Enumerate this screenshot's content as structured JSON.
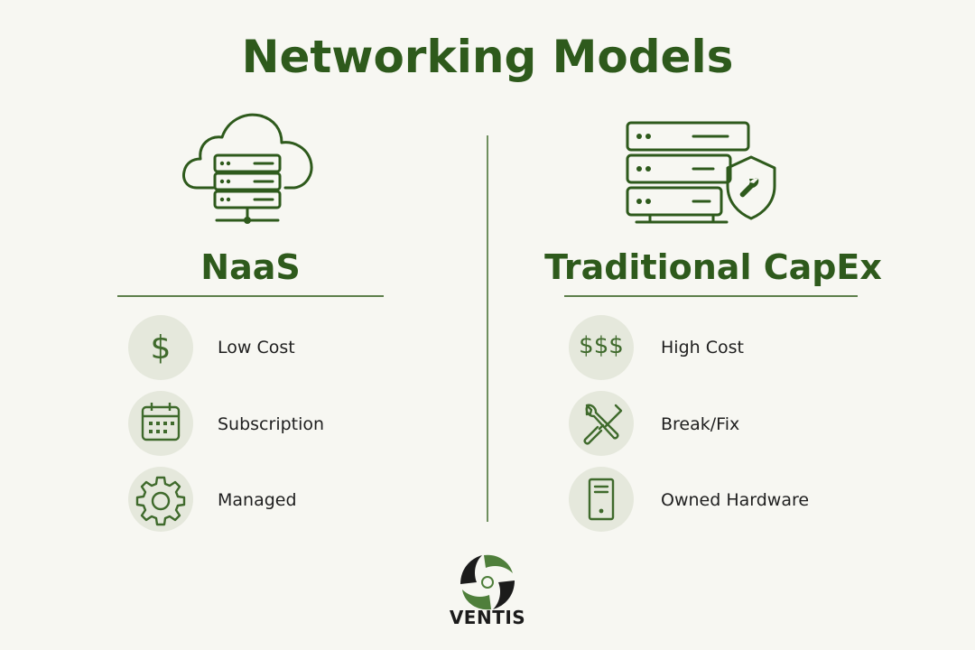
{
  "title": "Networking Models",
  "left": {
    "heading": "NaaS",
    "features": [
      {
        "icon": "dollar-icon",
        "label": "Low Cost"
      },
      {
        "icon": "calendar-icon",
        "label": "Subscription"
      },
      {
        "icon": "gear-icon",
        "label": "Managed"
      }
    ]
  },
  "right": {
    "heading": "Traditional CapEx",
    "features": [
      {
        "icon": "triple-dollar-icon",
        "label": "High Cost",
        "symbol": "$$$"
      },
      {
        "icon": "tools-icon",
        "label": "Break/Fix"
      },
      {
        "icon": "server-tower-icon",
        "label": "Owned Hardware"
      }
    ]
  },
  "logo": {
    "text": "VENTIS"
  },
  "colors": {
    "accent": "#2e5a1c",
    "circle": "#e5e8dc",
    "background": "#f7f7f2"
  }
}
